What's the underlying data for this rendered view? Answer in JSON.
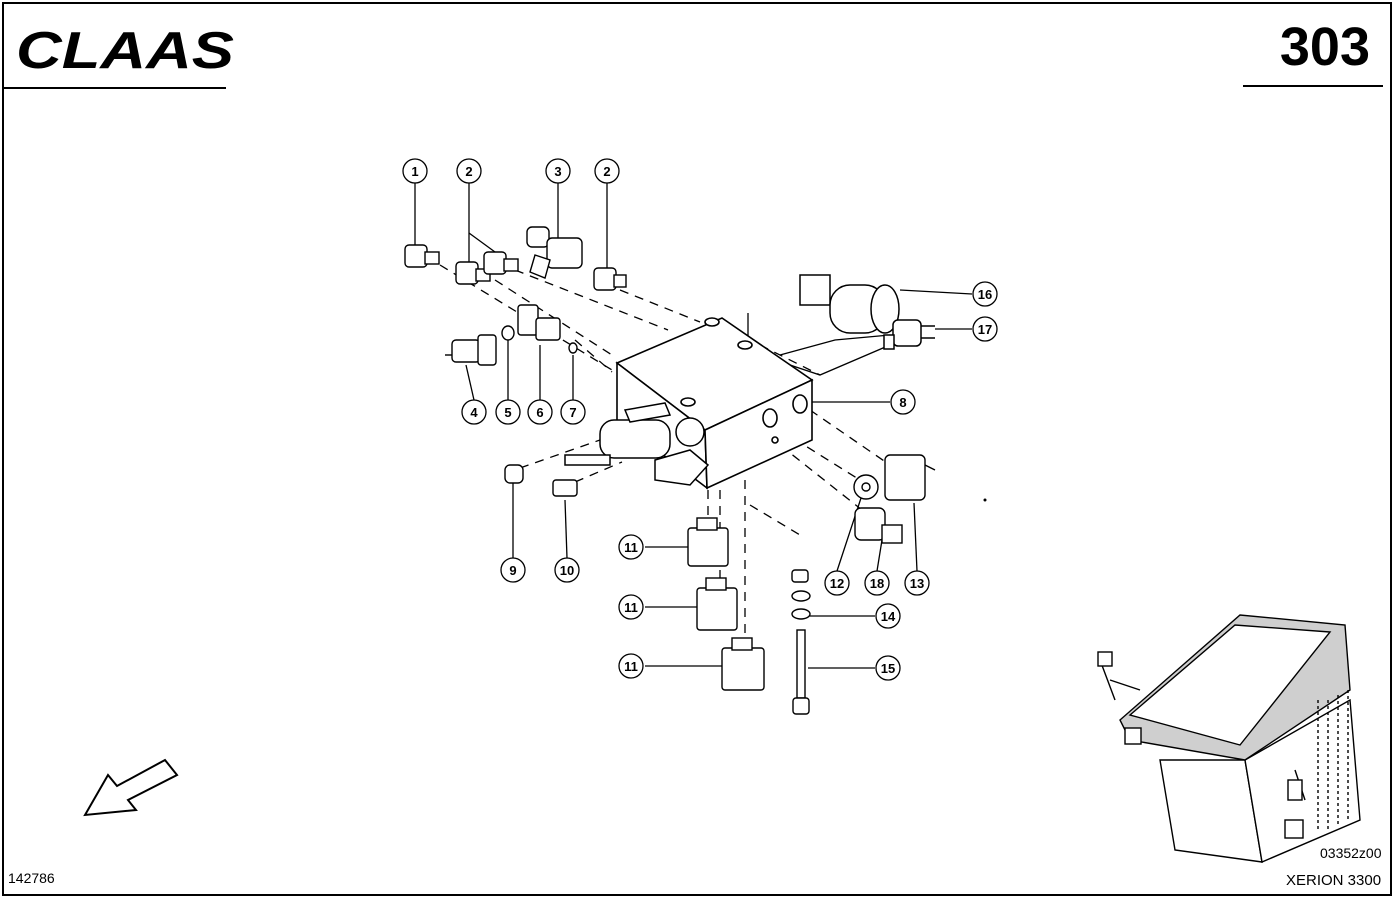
{
  "header": {
    "brand": "CLAAS",
    "page_number": "303"
  },
  "footer": {
    "doc_id": "142786",
    "drawing_id": "03352z00",
    "model": "XERION 3300"
  },
  "callouts": [
    "1",
    "2",
    "3",
    "2",
    "4",
    "5",
    "6",
    "7",
    "16",
    "17",
    "8",
    "9",
    "10",
    "11",
    "11",
    "11",
    "12",
    "18",
    "13",
    "14",
    "15"
  ],
  "colors": {
    "ink": "#000000",
    "paper": "#ffffff",
    "shade": "#cfcfcf"
  },
  "icons": [
    "direction-arrow-icon",
    "machine-locator-icon"
  ]
}
